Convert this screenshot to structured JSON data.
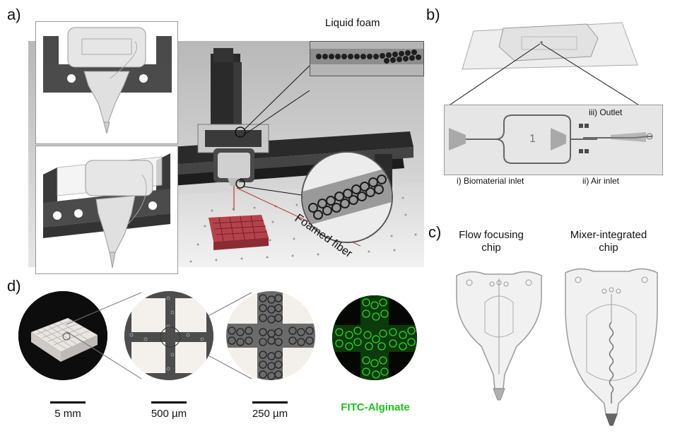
{
  "panels": {
    "a": "a)",
    "b": "b)",
    "c": "c)",
    "d": "d)"
  },
  "panel_a": {
    "liquid_foam": "Liquid foam",
    "foamed_fiber": "Foamed fiber"
  },
  "panel_b": {
    "outlet": "iii) Outlet",
    "biomaterial_inlet": "i) Biomaterial inlet",
    "air_inlet": "ii) Air inlet",
    "chip_number": "1"
  },
  "panel_c": {
    "flow_focusing": "Flow focusing\nchip",
    "mixer_integrated": "Mixer-integrated\nchip"
  },
  "panel_d": {
    "scale_1": "5 mm",
    "scale_2": "500 µm",
    "scale_3": "250 µm",
    "fitc_label": "FITC-Alginate",
    "fitc_color": "#22c01e"
  }
}
